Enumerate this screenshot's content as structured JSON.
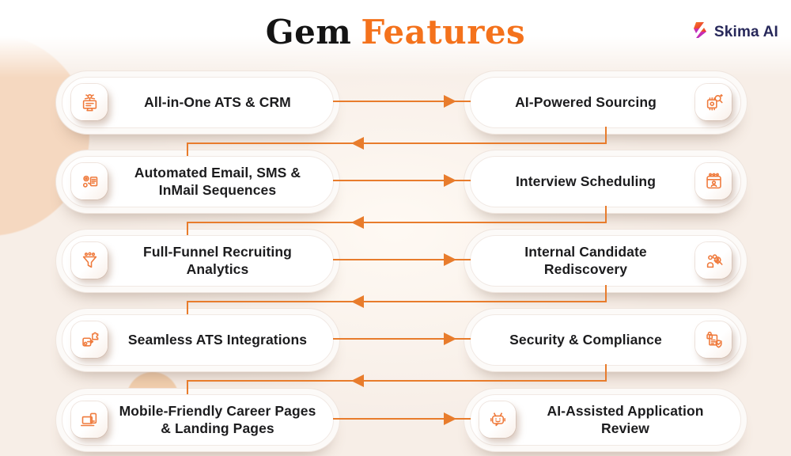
{
  "page": {
    "title_black": "Gem",
    "title_orange": "Features"
  },
  "brand": {
    "name": "Skima AI",
    "logo_icon": "skima-logo-icon",
    "name_color": "#27285a"
  },
  "colors": {
    "background": "#f7eee7",
    "accent_orange": "#e87c2c",
    "title_orange": "#f4721c",
    "text_dark": "#1c1c1e",
    "icon_stroke": "#ef7b3d",
    "blob_peach": "#f5d8c0"
  },
  "features": {
    "left": [
      {
        "label": "All-in-One ATS & CRM",
        "icon": "ats-crm-monitor-icon"
      },
      {
        "label": "Automated Email, SMS & InMail Sequences",
        "icon": "automation-gears-document-icon"
      },
      {
        "label": "Full-Funnel Recruiting Analytics",
        "icon": "recruiting-funnel-icon"
      },
      {
        "label": "Seamless ATS Integrations",
        "icon": "puzzle-integration-icon"
      },
      {
        "label": "Mobile-Friendly Career Pages & Landing Pages",
        "icon": "laptop-phone-icon"
      }
    ],
    "right": [
      {
        "label": "AI-Powered Sourcing",
        "icon": "ai-chip-magnifier-icon"
      },
      {
        "label": "Interview Scheduling",
        "icon": "calendar-person-icon"
      },
      {
        "label": "Internal Candidate Rediscovery",
        "icon": "people-magnifier-icon"
      },
      {
        "label": "Security & Compliance",
        "icon": "lock-shield-check-icon"
      },
      {
        "label": "AI-Assisted Application Review",
        "icon": "robot-face-icon"
      }
    ]
  },
  "flow": {
    "pattern": "zigzag left-to-right then return",
    "connector_color": "#e87c2c"
  }
}
